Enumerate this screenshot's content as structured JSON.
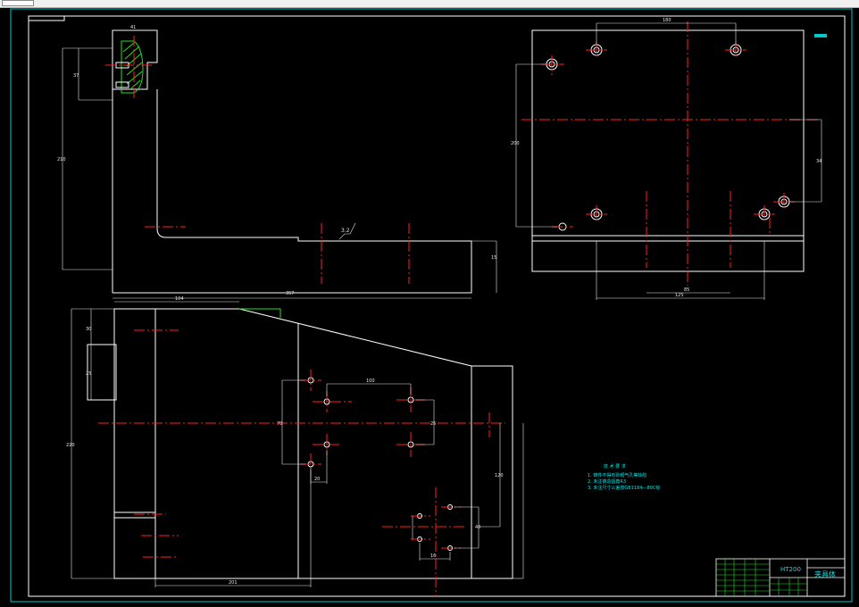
{
  "drawing": {
    "title_block": {
      "material": "HT200",
      "part_name": "夹具体"
    },
    "tech_requirements": {
      "heading": "技 术 要 求",
      "items": [
        "1. 铸件不得有砂眼气孔等缺陷",
        "2. 未注铸造圆角R3",
        "3. 未注尺寸公差按GB1184—80C级"
      ]
    },
    "surface_finish": "3.2",
    "dimensions": {
      "front_top": "41",
      "front_side_a": "37",
      "front_side_b": "210",
      "front_total": "357",
      "front_thick": "15",
      "plan_top": "180",
      "plan_side": "200",
      "plan_right": "34",
      "plan_bottom_a": "85",
      "plan_bottom_b": "125",
      "side_top": "104",
      "side_left": "220",
      "side_a": "30",
      "side_b": "25",
      "side_c": "70",
      "side_d": "100",
      "side_e": "120",
      "side_f": "20",
      "side_g": "25",
      "side_h": "40",
      "side_i": "16",
      "side_bottom": "201"
    },
    "colors": {
      "line": "#ffffff",
      "center": "#ff2020",
      "dim": "#e8e8e8",
      "hatch": "#22e022",
      "note": "#00e5e5",
      "border": "#00c8c8"
    }
  }
}
